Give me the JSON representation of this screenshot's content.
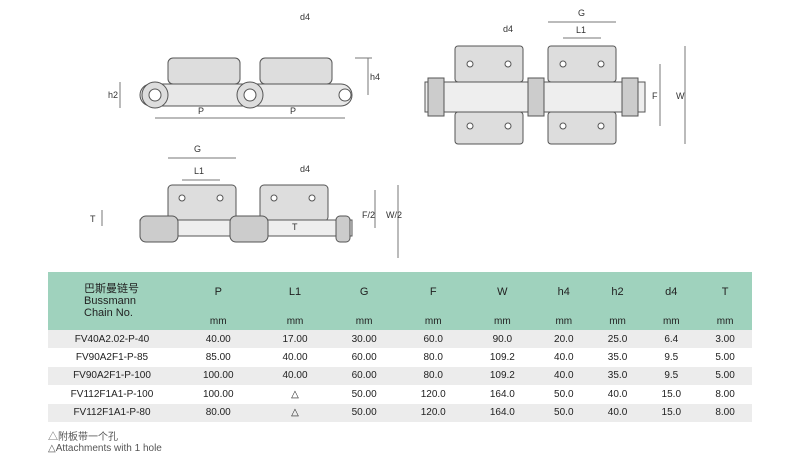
{
  "drawings": {
    "side_view": {
      "d4": "d4",
      "h4": "h4",
      "h2": "h2",
      "p1": "P",
      "p2": "P"
    },
    "top_view": {
      "g": "G",
      "l1": "L1",
      "d4": "d4",
      "f": "F",
      "w": "W"
    },
    "end_view": {
      "g": "G",
      "l1": "L1",
      "d4": "d4",
      "t1": "T",
      "t2": "T",
      "f2": "F/2",
      "w2": "W/2"
    }
  },
  "table": {
    "chain_no_cn": "巴斯曼链号",
    "chain_no_en1": "Bussmann",
    "chain_no_en2": "Chain No.",
    "columns": [
      "P",
      "L1",
      "G",
      "F",
      "W",
      "h4",
      "h2",
      "d4",
      "T"
    ],
    "unit": "mm",
    "rows": [
      [
        "FV40A2.02-P-40",
        "40.00",
        "17.00",
        "30.00",
        "60.0",
        "90.0",
        "20.0",
        "25.0",
        "6.4",
        "3.00"
      ],
      [
        "FV90A2F1-P-85",
        "85.00",
        "40.00",
        "60.00",
        "80.0",
        "109.2",
        "40.0",
        "35.0",
        "9.5",
        "5.00"
      ],
      [
        "FV90A2F1-P-100",
        "100.00",
        "40.00",
        "60.00",
        "80.0",
        "109.2",
        "40.0",
        "35.0",
        "9.5",
        "5.00"
      ],
      [
        "FV112F1A1-P-100",
        "100.00",
        "△",
        "50.00",
        "120.0",
        "164.0",
        "50.0",
        "40.0",
        "15.0",
        "8.00"
      ],
      [
        "FV112F1A1-P-80",
        "80.00",
        "△",
        "50.00",
        "120.0",
        "164.0",
        "50.0",
        "40.0",
        "15.0",
        "8.00"
      ]
    ]
  },
  "notes": {
    "cn": "△附板带一个孔",
    "en": "△Attachments with 1 hole"
  }
}
